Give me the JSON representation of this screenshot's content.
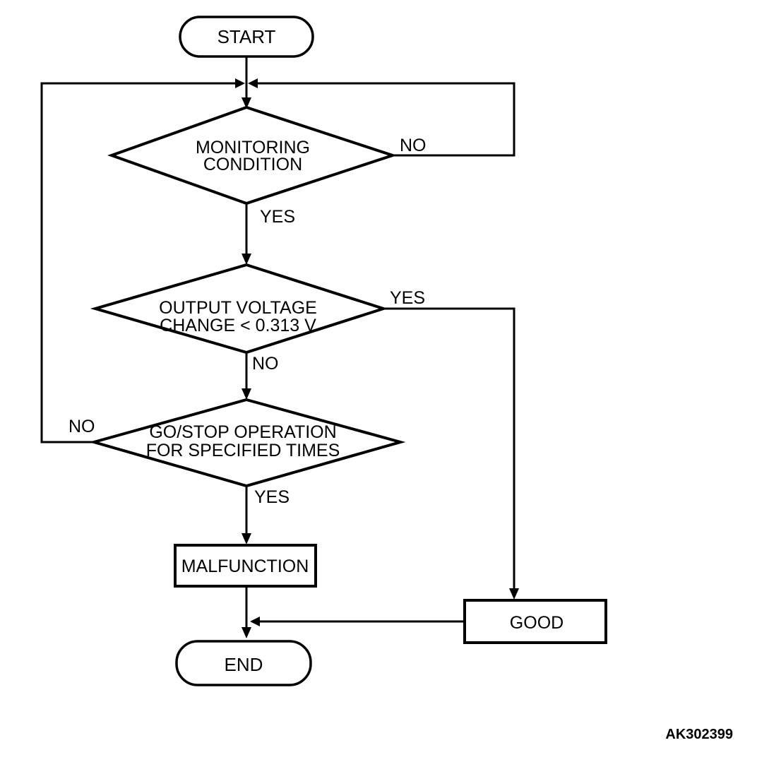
{
  "diagram": {
    "type": "flowchart",
    "background_color": "#ffffff",
    "line_color": "#000000",
    "figure_code": "AK302399",
    "nodes": {
      "start": {
        "type": "terminator",
        "label": "START"
      },
      "monitoring_condition": {
        "type": "decision",
        "label_line1": "MONITORING",
        "label_line2": "CONDITION"
      },
      "output_voltage": {
        "type": "decision",
        "label_line1": "OUTPUT VOLTAGE",
        "label_line2": "CHANGE < 0.313 V"
      },
      "go_stop": {
        "type": "decision",
        "label_line1": "GO/STOP OPERATION",
        "label_line2": "FOR SPECIFIED TIMES"
      },
      "malfunction": {
        "type": "process",
        "label": "MALFUNCTION"
      },
      "good": {
        "type": "process",
        "label": "GOOD"
      },
      "end": {
        "type": "terminator",
        "label": "END"
      }
    },
    "edges": {
      "monitoring_no": {
        "label": "NO",
        "from": "monitoring_condition",
        "to": "junction"
      },
      "monitoring_yes": {
        "label": "YES",
        "from": "monitoring_condition",
        "to": "output_voltage"
      },
      "output_yes": {
        "label": "YES",
        "from": "output_voltage",
        "to": "good"
      },
      "output_no": {
        "label": "NO",
        "from": "output_voltage",
        "to": "go_stop"
      },
      "go_stop_no": {
        "label": "NO",
        "from": "go_stop",
        "to": "junction"
      },
      "go_stop_yes": {
        "label": "YES",
        "from": "go_stop",
        "to": "malfunction"
      }
    }
  }
}
